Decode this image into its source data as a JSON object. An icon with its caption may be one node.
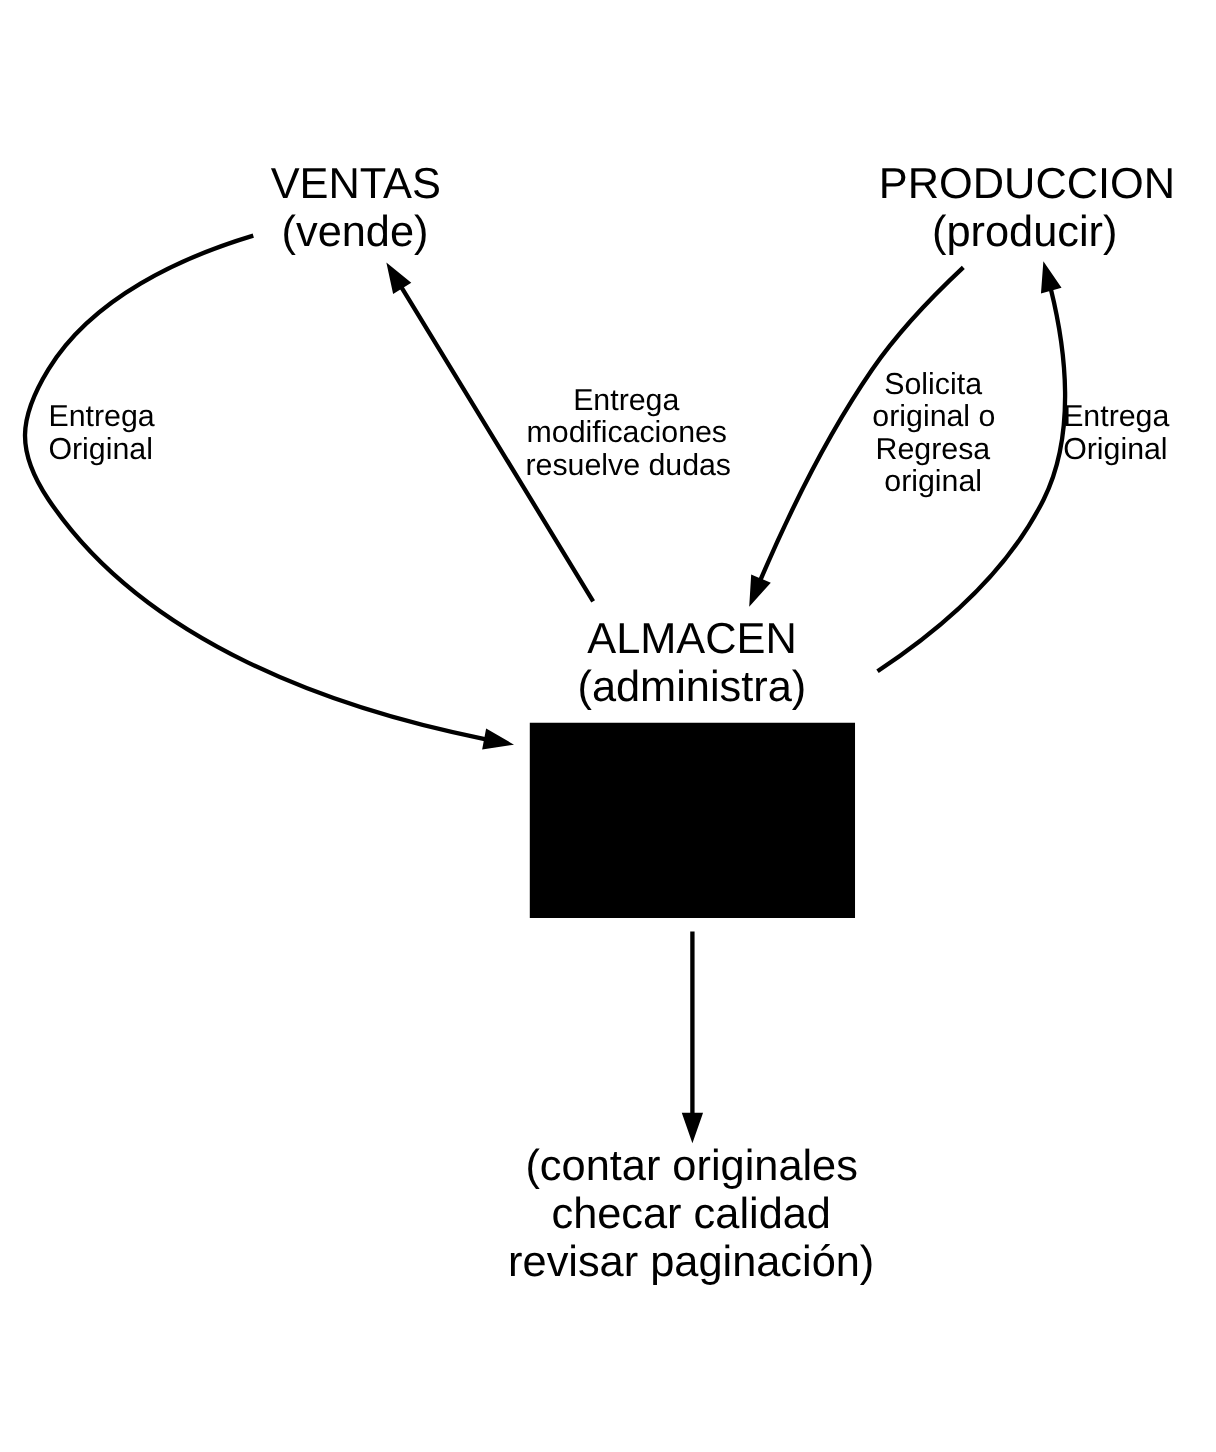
{
  "diagram": {
    "nodes": [
      {
        "text": [
          "VENTAS",
          "(vende)"
        ]
      },
      {
        "text": [
          "PRODUCCION",
          "(producir)"
        ]
      },
      {
        "text": [
          "ALMACEN",
          "(administra)"
        ]
      },
      {
        "text": [
          "(contar originales checar calidad revisar paginación)"
        ]
      }
    ],
    "edges": [
      {
        "from": 0,
        "to": 2,
        "arrow": "to",
        "label": "Entrega Original"
      },
      {
        "from": 1,
        "to": 2,
        "arrow": "to",
        "label": "Solicita original o Regresa original"
      },
      {
        "from": 2,
        "to": 0,
        "arrow": "to",
        "label": "Entrega modificaciones resuelve dudas"
      },
      {
        "from": 2,
        "to": 1,
        "arrow": "to",
        "label": "Entrega Original"
      },
      {
        "from": 2,
        "to": 3,
        "arrow": "to"
      }
    ]
  }
}
